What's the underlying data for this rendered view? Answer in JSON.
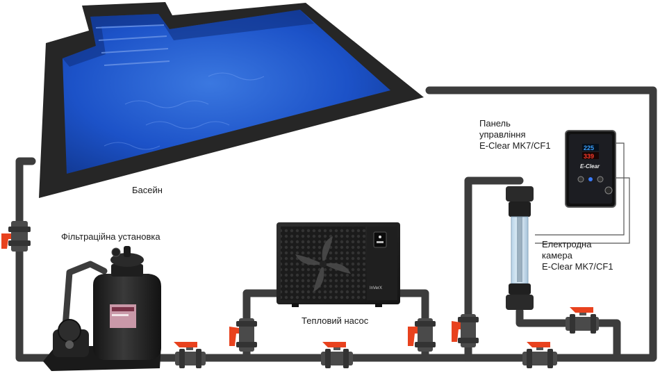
{
  "labels": {
    "pool": "Басейн",
    "filter": "Фільтраційна установка",
    "heat_pump": "Тепловий насос",
    "control_panel": [
      "Панель",
      "управління",
      "E-Clear MK7/CF1"
    ],
    "electrode_chamber": [
      "Електродна",
      "камера",
      "E-Clear MK7/CF1"
    ]
  },
  "devices": {
    "panel_brand": "E-Clear",
    "panel_display_top": "225",
    "panel_display_bottom": "339",
    "heat_pump_brand": "InVerX"
  },
  "colors": {
    "pipe": "#3c3c3c",
    "valve_handle": "#e8421e",
    "pool_water": "#1c52c8",
    "pool_border": "#2a2a2a",
    "display_blue": "#39a0ff",
    "display_red": "#ff3a2a"
  }
}
